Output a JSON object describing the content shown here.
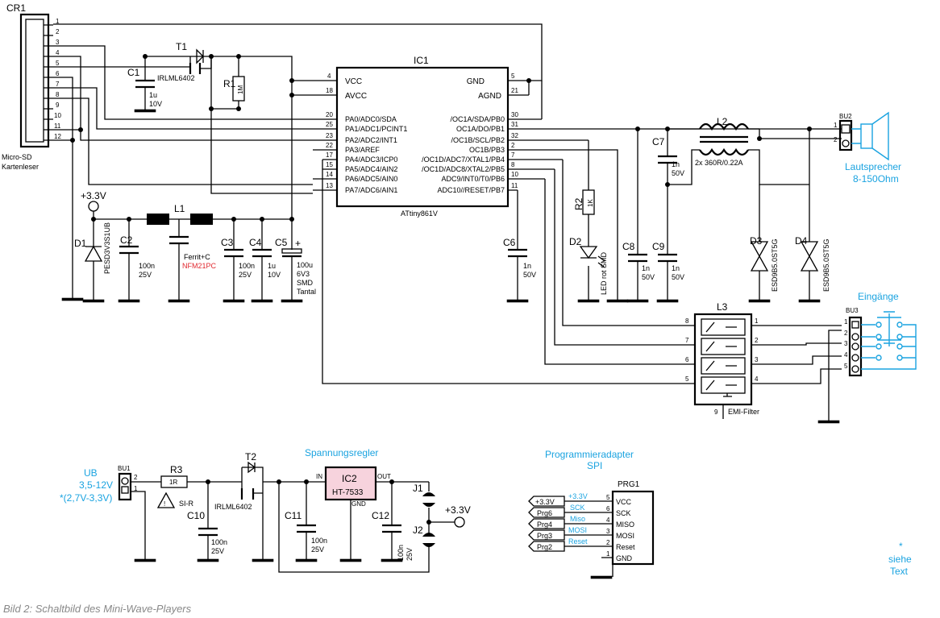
{
  "caption": "Bild 2: Schaltbild des Mini-Wave-Players",
  "cr1": {
    "ref": "CR1",
    "label1": "Micro-SD",
    "label2": "Kartenleser",
    "pins": [
      "1",
      "2",
      "3",
      "4",
      "5",
      "6",
      "7",
      "8",
      "9",
      "10",
      "11",
      "12"
    ]
  },
  "t1": {
    "ref": "T1",
    "part": "IRLML6402"
  },
  "t2": {
    "ref": "T2",
    "part": "IRLML6402"
  },
  "c1": {
    "ref": "C1",
    "v1": "1u",
    "v2": "10V"
  },
  "r1": {
    "ref": "R1",
    "val": "1M"
  },
  "ic1": {
    "ref": "IC1",
    "part": "ATtiny861V",
    "left_pins": [
      {
        "num": "4",
        "name": "VCC"
      },
      {
        "num": "18",
        "name": "AVCC"
      },
      {
        "num": "20",
        "name": "PA0/ADC0/SDA"
      },
      {
        "num": "25",
        "name": "PA1/ADC1/PCINT1"
      },
      {
        "num": "23",
        "name": "PA2/ADC2/INT1"
      },
      {
        "num": "22",
        "name": "PA3/AREF"
      },
      {
        "num": "17",
        "name": "PA4/ADC3/ICP0"
      },
      {
        "num": "15",
        "name": "PA5/ADC4/AIN2"
      },
      {
        "num": "14",
        "name": "PA6/ADC5/AIN0"
      },
      {
        "num": "13",
        "name": "PA7/ADC6/AIN1"
      }
    ],
    "right_pins": [
      {
        "num": "5",
        "name": "GND"
      },
      {
        "num": "21",
        "name": "AGND"
      },
      {
        "num": "30",
        "name": "/OC1A/SDA/PB0"
      },
      {
        "num": "31",
        "name": "OC1A/DO/PB1"
      },
      {
        "num": "32",
        "name": "/OC1B/SCL/PB2"
      },
      {
        "num": "2",
        "name": "OC1B/PB3"
      },
      {
        "num": "7",
        "name": "/OC1D/ADC7/XTAL1/PB4"
      },
      {
        "num": "8",
        "name": "/OC1D/ADC8/XTAL2/PB5"
      },
      {
        "num": "10",
        "name": "ADC9/INT0/T0/PB6"
      },
      {
        "num": "11",
        "name": "ADC10//RESET/PB7"
      }
    ]
  },
  "supply": {
    "label": "+3.3V"
  },
  "d1": {
    "ref": "D1",
    "part": "PESD3V3S1UB"
  },
  "c2": {
    "ref": "C2",
    "v1": "100n",
    "v2": "25V"
  },
  "l1": {
    "ref": "L1",
    "n1": "Ferrit+C",
    "n2": "NFM21PC"
  },
  "c3": {
    "ref": "C3",
    "v1": "100n",
    "v2": "25V"
  },
  "c4": {
    "ref": "C4",
    "v1": "1u",
    "v2": "10V"
  },
  "c5": {
    "ref": "C5",
    "plus": "+",
    "v1": "100u",
    "v2": "6V3",
    "v3": "SMD",
    "v4": "Tantal"
  },
  "c6": {
    "ref": "C6",
    "v1": "1n",
    "v2": "50V"
  },
  "r2": {
    "ref": "R2",
    "val": "1K"
  },
  "d2": {
    "ref": "D2",
    "part": "LED rot SMD"
  },
  "c7": {
    "ref": "C7",
    "v1": "1n",
    "v2": "50V"
  },
  "c8": {
    "ref": "C8",
    "v1": "1n",
    "v2": "50V"
  },
  "c9": {
    "ref": "C9",
    "v1": "1n",
    "v2": "50V"
  },
  "l2": {
    "ref": "L2",
    "val": "2x 360R/0.22A"
  },
  "d3": {
    "ref": "D3",
    "part": "ESD9B5.0ST5G"
  },
  "d4": {
    "ref": "D4",
    "part": "ESD9B5.0ST5G"
  },
  "bu2": {
    "ref": "BU2",
    "pins": [
      "1",
      "2"
    ]
  },
  "speaker": {
    "l1": "Lautsprecher",
    "l2": "8-150Ohm"
  },
  "l3": {
    "ref": "L3",
    "label": "EMI-Filter",
    "left_pins": [
      "8",
      "7",
      "6",
      "5"
    ],
    "right_pins": [
      "1",
      "2",
      "3",
      "4"
    ],
    "gnd_pin": "9"
  },
  "inputs": {
    "label": "Eingänge"
  },
  "bu3": {
    "ref": "BU3",
    "pins": [
      "1",
      "2",
      "3",
      "4",
      "5"
    ]
  },
  "ub": {
    "l1": "UB",
    "l2": "3,5-12V",
    "l3": "*(2,7V-3,3V)"
  },
  "bu1": {
    "ref": "BU1",
    "pins": [
      "2",
      "1"
    ]
  },
  "r3": {
    "ref": "R3",
    "val": "1R",
    "fuse": "SI-R"
  },
  "c10": {
    "ref": "C10",
    "v1": "100n",
    "v2": "25V"
  },
  "regulator": {
    "title": "Spannungsregler",
    "in": "IN",
    "out": "OUT",
    "gnd": "GND"
  },
  "ic2": {
    "ref": "IC2",
    "part": "HT-7533",
    "fill": "#f7d3dd"
  },
  "c11": {
    "ref": "C11",
    "v1": "100n",
    "v2": "25V"
  },
  "c12": {
    "ref": "C12",
    "v1": "100n",
    "v2": "25V"
  },
  "j1": {
    "ref": "J1"
  },
  "j2": {
    "ref": "J2"
  },
  "out_supply": {
    "label": "+3.3V"
  },
  "prog": {
    "title1": "Programmieradapter",
    "title2": "SPI"
  },
  "prg1": {
    "ref": "PRG1",
    "pins": [
      {
        "num": "5",
        "name": "VCC",
        "flag": "+3.3V",
        "sig": "+3.3V"
      },
      {
        "num": "6",
        "name": "SCK",
        "flag": "Prg6",
        "sig": "SCK"
      },
      {
        "num": "4",
        "name": "MISO",
        "flag": "Prg4",
        "sig": "Miso"
      },
      {
        "num": "3",
        "name": "MOSI",
        "flag": "Prg3",
        "sig": "MOSI"
      },
      {
        "num": "2",
        "name": "Reset",
        "flag": "Prg2",
        "sig": "Reset"
      },
      {
        "num": "1",
        "name": "GND",
        "flag": "",
        "sig": ""
      }
    ]
  },
  "note": {
    "star": "*",
    "l1": "siehe",
    "l2": "Text"
  },
  "colors": {
    "accent_blue": "#1aa3e0",
    "red": "#e0282e",
    "ic2_fill": "#f7d3dd"
  }
}
